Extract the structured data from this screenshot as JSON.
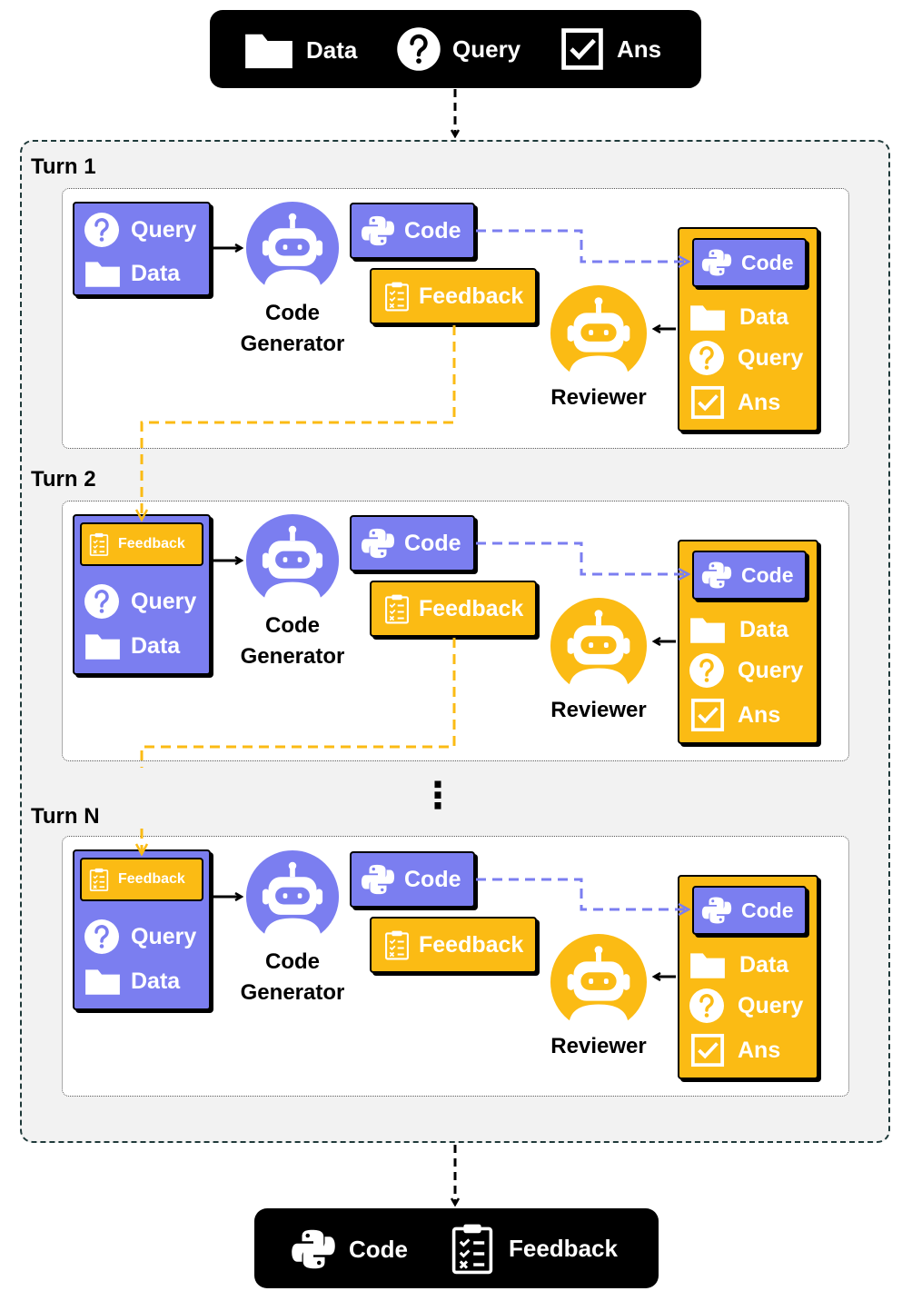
{
  "input": {
    "data": "Data",
    "query": "Query",
    "ans": "Ans"
  },
  "output": {
    "code": "Code",
    "feedback": "Feedback"
  },
  "ellipsis": "⋮",
  "labels": {
    "code": "Code",
    "feedback": "Feedback",
    "data": "Data",
    "query": "Query",
    "ans": "Ans",
    "code_generator_line1": "Code",
    "code_generator_line2": "Generator",
    "reviewer": "Reviewer"
  },
  "turns": [
    {
      "label": "Turn 1"
    },
    {
      "label": "Turn 2"
    },
    {
      "label": "Turn N"
    }
  ],
  "colors": {
    "purple": "#7b7ef0",
    "yellow": "#fbbb14",
    "black": "#000000",
    "panel": "#f2f2f2"
  },
  "icons": [
    "folder-icon",
    "question-icon",
    "checkbox-icon",
    "python-icon",
    "clipboard-icon",
    "robot-icon"
  ]
}
